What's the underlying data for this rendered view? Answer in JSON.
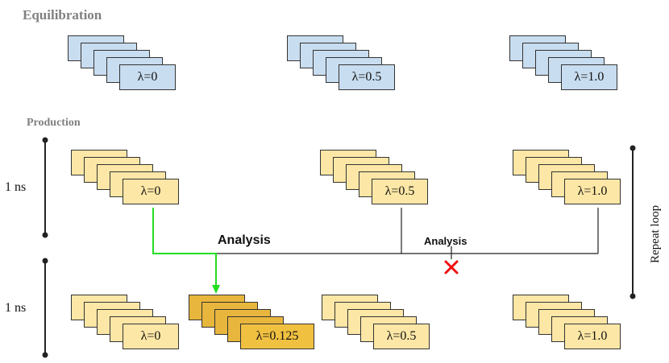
{
  "sections": {
    "equilibration": "Equilibration",
    "production": "Production"
  },
  "equilibration_windows": [
    {
      "label": "λ=0"
    },
    {
      "label": "λ=0.5"
    },
    {
      "label": "λ=1.0"
    }
  ],
  "production_first": [
    {
      "label": "λ=0"
    },
    {
      "label": "λ=0.5"
    },
    {
      "label": "λ=1.0"
    }
  ],
  "production_second": [
    {
      "label": "λ=0"
    },
    {
      "label": "λ=0.125",
      "new_window": true
    },
    {
      "label": "λ=0.5"
    },
    {
      "label": "λ=1.0"
    }
  ],
  "time_labels": [
    "1 ns",
    "1 ns"
  ],
  "analysis_labels": [
    "Analysis",
    "Analysis"
  ],
  "repeat_label": "Repeat loop",
  "colors": {
    "equilibration_fill": "#c9ddf0",
    "production_fill": "#fde7a6",
    "new_window_fill_back": "#e8b63c",
    "new_window_fill_front": "#f0c040",
    "accept_line": "#22dd22",
    "reject_mark": "#ee1111",
    "line": "#222222"
  },
  "icons": {
    "reject": "red-x-icon"
  }
}
